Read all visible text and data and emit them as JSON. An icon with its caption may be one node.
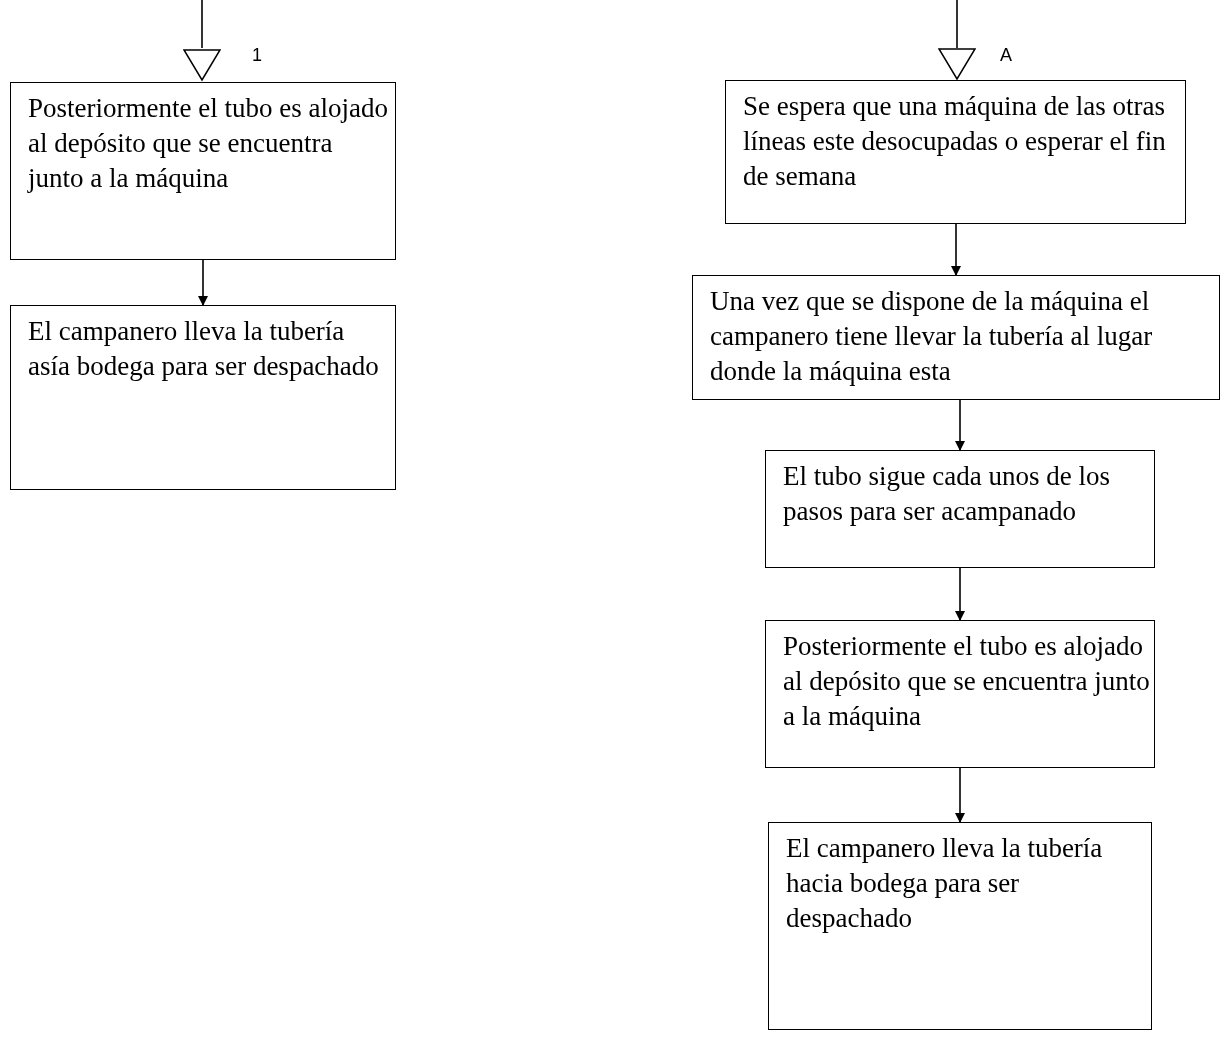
{
  "diagram": {
    "nodes": [
      {
        "text": [],
        "shape": "triangle"
      },
      {
        "text": [
          "Posteriormente el tubo es alojado al depósito que se encuentra junto a la máquina"
        ]
      },
      {
        "text": [
          "El campanero lleva la tubería asía bodega para ser despachado"
        ]
      },
      {
        "text": [],
        "shape": "triangle"
      },
      {
        "text": [
          "Se espera que una máquina de las otras líneas este desocupadas o esperar el fin de semana"
        ]
      },
      {
        "text": [
          "Una vez que se dispone de la máquina el campanero tiene llevar la tubería al lugar donde la máquina esta"
        ]
      },
      {
        "text": [
          "El tubo sigue cada unos de los pasos para ser acampanado"
        ]
      },
      {
        "text": [
          "Posteriormente el tubo es alojado al depósito que se encuentra junto a la máquina"
        ]
      },
      {
        "text": [
          "El campanero lleva la tubería hacia bodega para ser despachado"
        ]
      }
    ],
    "edges": [
      {
        "from": null,
        "to": 0,
        "arrow": "none"
      },
      {
        "from": 1,
        "to": 2,
        "arrow": "to"
      },
      {
        "from": null,
        "to": 3,
        "arrow": "none"
      },
      {
        "from": 4,
        "to": 5,
        "arrow": "to"
      },
      {
        "from": 5,
        "to": 6,
        "arrow": "to"
      },
      {
        "from": 6,
        "to": 7,
        "arrow": "to"
      },
      {
        "from": 7,
        "to": 8,
        "arrow": "to"
      }
    ],
    "labels": [
      "1",
      "A"
    ]
  }
}
